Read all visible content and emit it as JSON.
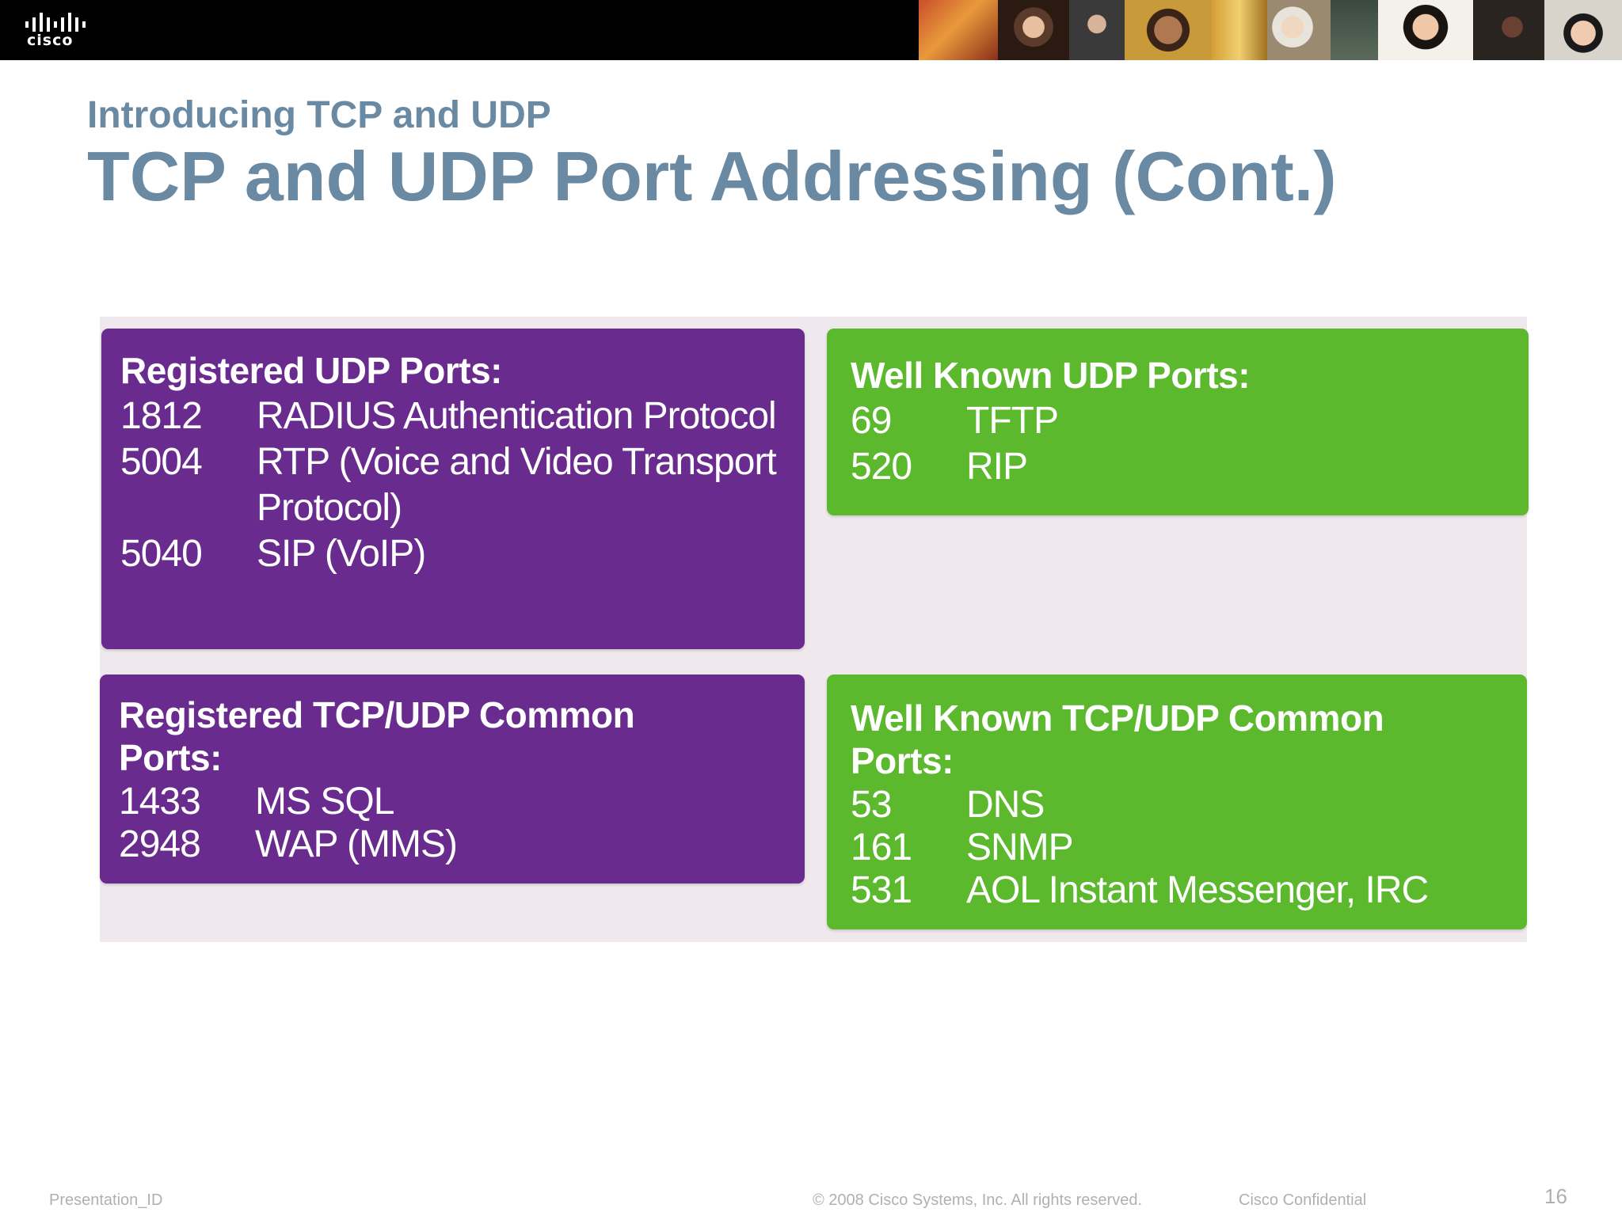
{
  "header": {
    "logo_text": "cisco",
    "colors": {
      "bar": "#000000",
      "title": "#6a8aa3"
    }
  },
  "slide": {
    "subtitle": "Introducing TCP and UDP",
    "title": "TCP and UDP Port Addressing (Cont.)"
  },
  "boxes": {
    "registered_udp": {
      "title": "Registered UDP Ports:",
      "color": "#6a2b8f",
      "rows": [
        {
          "port": "1812",
          "desc": "RADIUS Authentication Protocol"
        },
        {
          "port": "5004",
          "desc": "RTP (Voice and Video Transport Protocol)"
        },
        {
          "port": "5040",
          "desc": "SIP (VoIP)"
        }
      ]
    },
    "well_known_udp": {
      "title": "Well Known UDP Ports:",
      "color": "#5cb82d",
      "rows": [
        {
          "port": "69",
          "desc": "TFTP"
        },
        {
          "port": "520",
          "desc": "RIP"
        }
      ]
    },
    "registered_common": {
      "title": "Registered TCP/UDP Common Ports:",
      "color": "#6a2b8f",
      "rows": [
        {
          "port": "1433",
          "desc": "MS SQL"
        },
        {
          "port": "2948",
          "desc": "WAP (MMS)"
        }
      ]
    },
    "well_known_common": {
      "title": "Well Known TCP/UDP Common Ports:",
      "color": "#5cb82d",
      "rows": [
        {
          "port": "53",
          "desc": "DNS"
        },
        {
          "port": "161",
          "desc": "SNMP"
        },
        {
          "port": "531",
          "desc": "AOL Instant Messenger, IRC"
        }
      ]
    }
  },
  "footer": {
    "presentation_id": "Presentation_ID",
    "copyright": "© 2008 Cisco Systems, Inc. All rights reserved.",
    "confidential": "Cisco Confidential",
    "page_number": "16"
  }
}
